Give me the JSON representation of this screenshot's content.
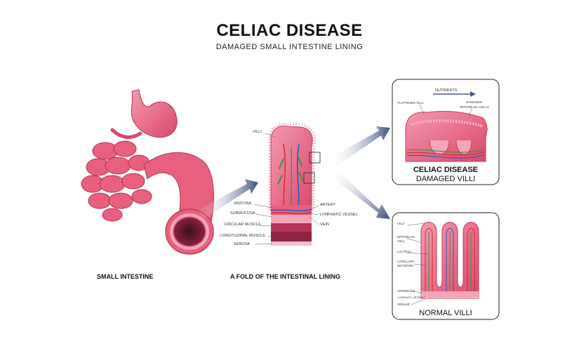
{
  "header": {
    "title": "CELIAC DISEASE",
    "subtitle": "DAMAGED SMALL INTESTINE LINING"
  },
  "captions": {
    "small_intestine": "SMALL INTESTINE",
    "fold": "A FOLD OF THE INTESTINAL LINING"
  },
  "fold_labels": {
    "villi": "VILLI",
    "mucosa": "MUCOSA",
    "submucosa": "SUBMUCOSA",
    "circular_muscle": "CIRCULAR MUSCLE",
    "longitudinal_muscle": "LONGITUDINAL MUSCLE",
    "serosa": "SEROSA",
    "artery": "ARTERY",
    "lymphatic_vessel": "LYMPHATIC VESSEL",
    "vein": "VEIN"
  },
  "damaged_panel": {
    "nutrients": "NUTRIENTS",
    "flattened_villi": "FLATTENED VILLI",
    "damaged_cells_1": "DAMAGED",
    "damaged_cells_2": "EPITHELIAL CELLS",
    "title": "CELIAC DISEASE",
    "subtitle": "DAMAGED VILLI"
  },
  "normal_panel": {
    "villi": "VILLI",
    "epithelial_1": "EPITHELIAL",
    "epithelial_2": "CELL",
    "lacteal": "LACTEAL",
    "capillary_1": "CAPILLARY",
    "capillary_2": "NETWORK",
    "arteriole": "ARTERIOLE",
    "lymphatic": "LYMPHATIC VESSEL",
    "venule": "VENULE",
    "subtitle": "NORMAL VILLI"
  },
  "colors": {
    "tissue": "#e8607e",
    "tissue_dark": "#c53a5a",
    "tissue_light": "#f7b9c7",
    "muscle": "#a0284a",
    "artery": "#d62b2b",
    "vein": "#2b55c9",
    "lymph": "#2f9a3a",
    "arrow": "#4a5a86"
  }
}
